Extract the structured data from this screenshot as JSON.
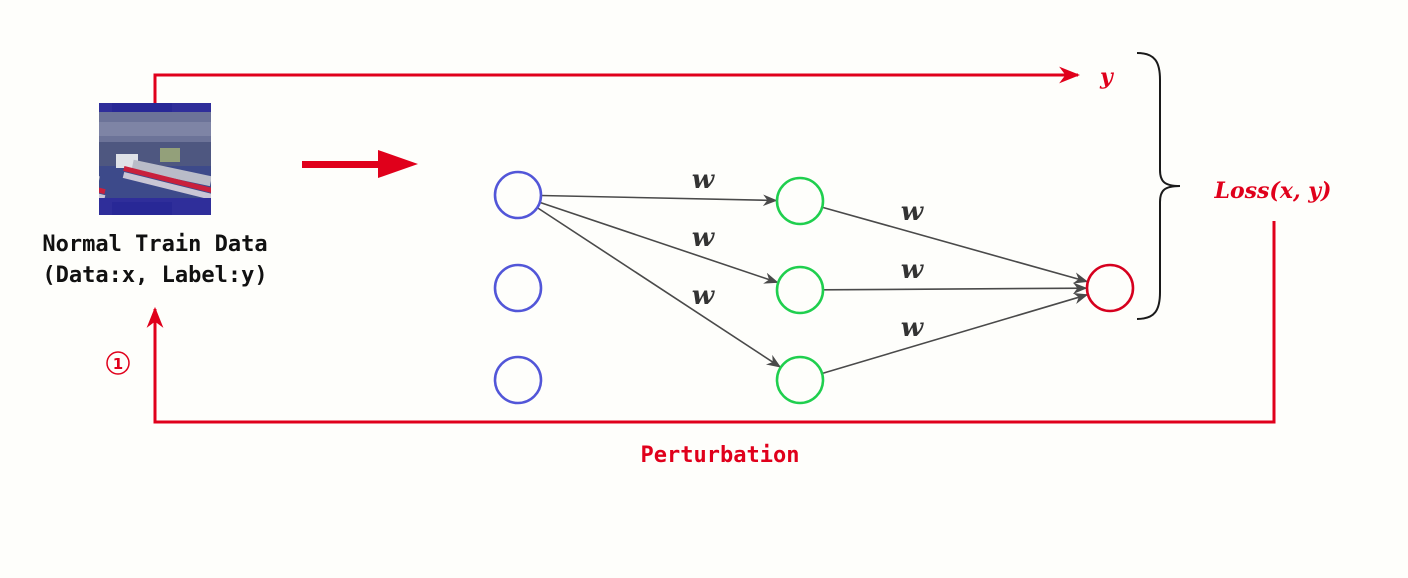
{
  "colors": {
    "background": "#fefefb",
    "accent_red": "#e0001b",
    "input_node": "#5256d8",
    "hidden_node": "#1fcf4e",
    "output_node": "#d6001e",
    "edge": "#4a4a4a",
    "text_dark": "#111111",
    "weight_text": "#333333",
    "brace": "#1a1a1a"
  },
  "input": {
    "image_semantic": "ship-thumbnail-image",
    "title": "Normal Train Data",
    "subtitle": "(Data:x, Label:y)"
  },
  "labels": {
    "label_y": "y",
    "loss": "Loss(x, y)",
    "perturbation": "Perturbation",
    "step_marker": "①"
  },
  "network": {
    "layers": [
      {
        "name": "input",
        "node_count": 3
      },
      {
        "name": "hidden",
        "node_count": 3
      },
      {
        "name": "output",
        "node_count": 1
      }
    ],
    "edges": [
      {
        "from": "input-0",
        "to": "hidden-0",
        "label": "w"
      },
      {
        "from": "input-0",
        "to": "hidden-1",
        "label": "w"
      },
      {
        "from": "input-0",
        "to": "hidden-2",
        "label": "w"
      },
      {
        "from": "hidden-0",
        "to": "output-0",
        "label": "w"
      },
      {
        "from": "hidden-1",
        "to": "output-0",
        "label": "w"
      },
      {
        "from": "hidden-2",
        "to": "output-0",
        "label": "w"
      }
    ]
  }
}
